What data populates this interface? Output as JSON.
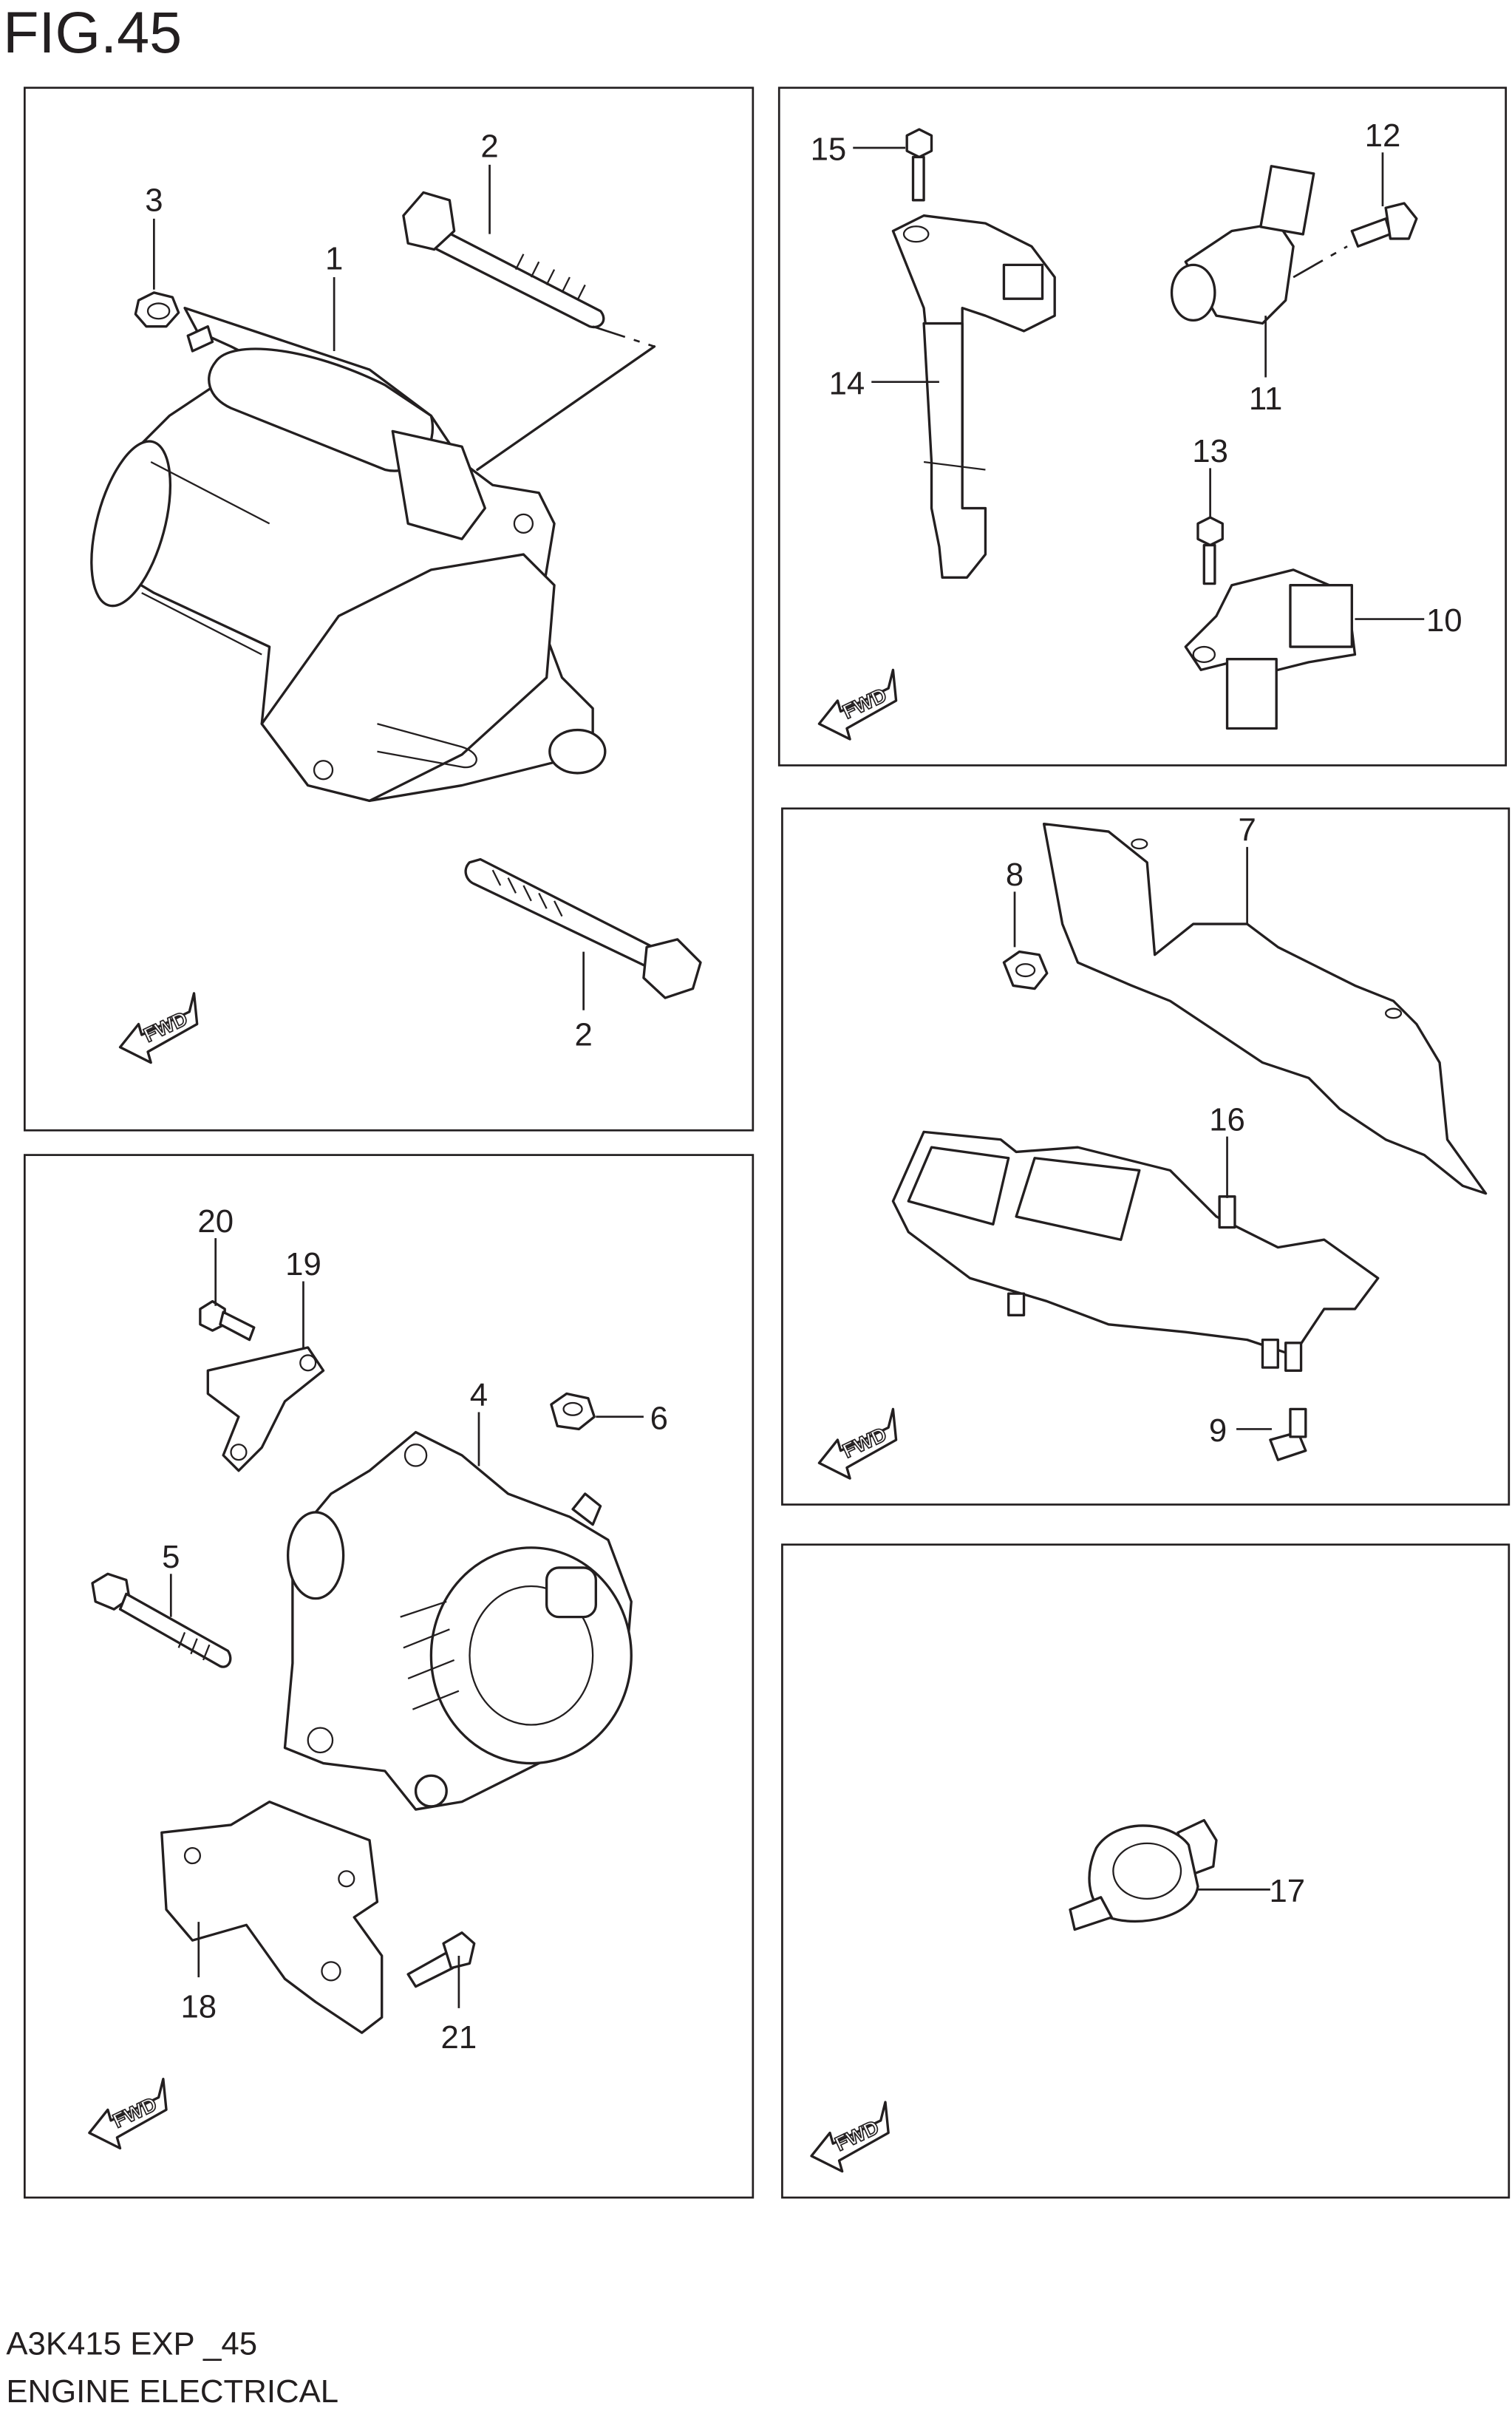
{
  "figure_title": "FIG.45",
  "footer": {
    "code": "A3K415 EXP _45",
    "section": "ENGINE ELECTRICAL"
  },
  "fwd_label": "FWD",
  "callouts": {
    "starter_motor": "1",
    "starter_bolt_upper": "2",
    "starter_bolt_lower": "2",
    "starter_nut": "3",
    "alternator": "4",
    "alternator_bolt": "5",
    "alternator_nut": "6",
    "heat_shield": "7",
    "shield_nut": "8",
    "harness_bolt": "9",
    "crank_sensor": "10",
    "cam_sensor": "11",
    "cam_sensor_bolt": "12",
    "crank_sensor_bolt": "13",
    "ignition_coil": "14",
    "coil_bolt": "15",
    "harness": "16",
    "oil_pressure_switch": "17",
    "alternator_bracket": "18",
    "bracket": "19",
    "bracket_bolt": "20",
    "alternator_bracket_bolt": "21"
  }
}
